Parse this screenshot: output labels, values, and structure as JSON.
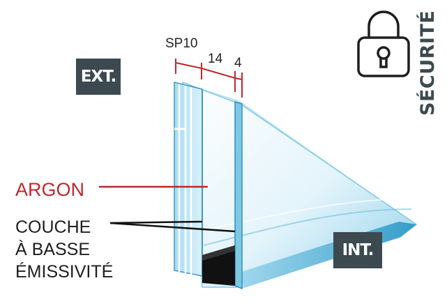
{
  "badges": {
    "exterior": "EXT.",
    "interior": "INT."
  },
  "dimensions": {
    "spacer": "SP10",
    "gap": "14",
    "pane": "4"
  },
  "labels": {
    "gas": "ARGON",
    "coating_line1": "COUCHE",
    "coating_line2": "À BASSE",
    "coating_line3": "ÉMISSIVITÉ"
  },
  "security": {
    "label": "SÉCURITÉ",
    "icon": "padlock-icon"
  },
  "colors": {
    "badge": "#3c4a50",
    "argon_red": "#c0272d",
    "glass": "#7ec8e3",
    "glass_dark": "#3a9cc4"
  }
}
